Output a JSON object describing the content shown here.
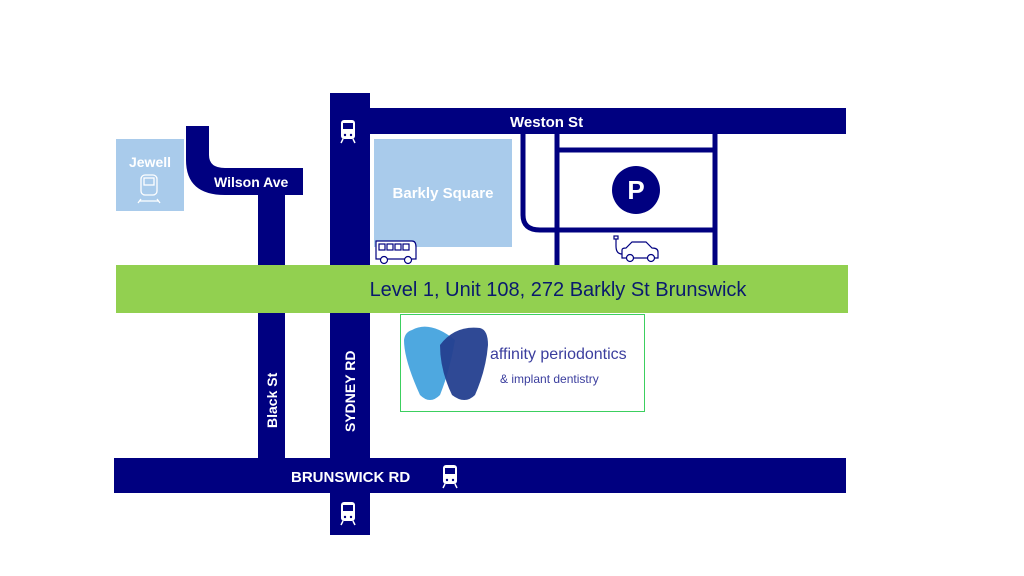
{
  "streets": {
    "weston": "Weston St",
    "wilson": "Wilson Ave",
    "black": "Black St",
    "sydney": "SYDNEY RD",
    "brunswick": "BRUNSWICK RD"
  },
  "places": {
    "jewell": "Jewell",
    "barkly_square": "Barkly Square",
    "parking": "P"
  },
  "address": "Level 1, Unit 108, 272 Barkly St Brunswick",
  "logo": {
    "name": "affinity periodontics",
    "tagline": "& implant dentistry"
  },
  "colors": {
    "road": "#000080",
    "block": "#a9cbeb",
    "address_band": "#92d050",
    "logo_border": "#3ccf5f"
  }
}
